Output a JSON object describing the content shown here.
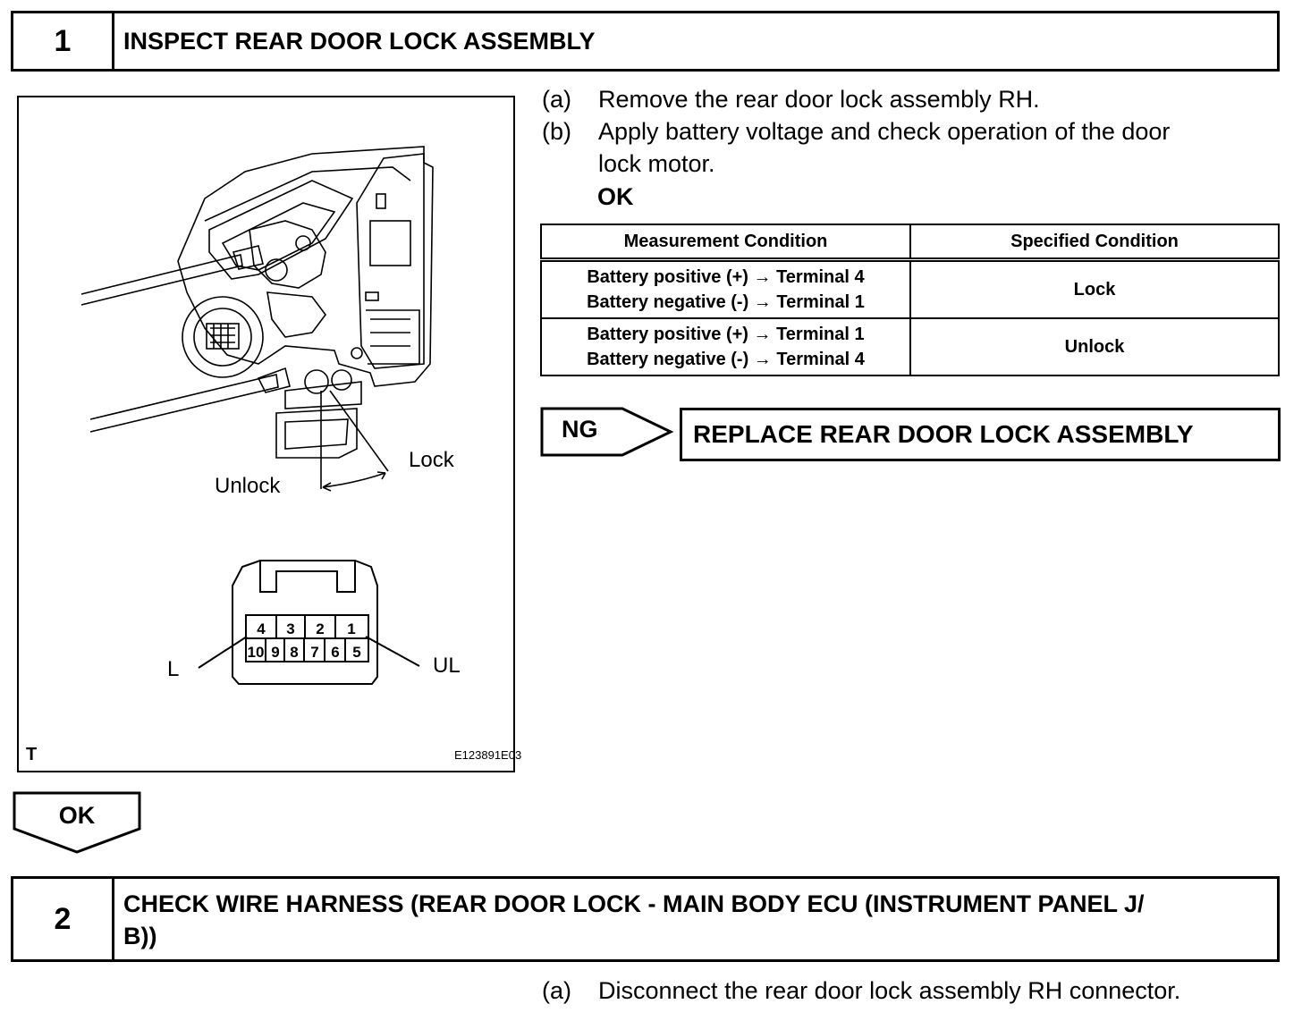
{
  "step1": {
    "number": "1",
    "title": "INSPECT REAR DOOR LOCK ASSEMBLY",
    "instructions": [
      {
        "label": "(a)",
        "lines": [
          "Remove the rear door lock assembly RH."
        ]
      },
      {
        "label": "(b)",
        "lines": [
          "Apply battery voltage and check operation of the door",
          "lock motor."
        ]
      }
    ],
    "ok_label": "OK"
  },
  "figure": {
    "labels": {
      "lock": "Lock",
      "unlock": "Unlock",
      "l": "L",
      "ul": "UL",
      "t_mark": "T",
      "figure_id": "E123891E03"
    },
    "connector_pins": {
      "top_row": [
        "4",
        "3",
        "2",
        "1"
      ],
      "bottom_row": [
        "10",
        "9",
        "8",
        "7",
        "6",
        "5"
      ]
    }
  },
  "spec_table": {
    "headers": [
      "Measurement Condition",
      "Specified Condition"
    ],
    "rows": [
      {
        "condition": [
          "Battery positive (+) → Terminal 4",
          "Battery negative (-) → Terminal 1"
        ],
        "result": "Lock"
      },
      {
        "condition": [
          "Battery positive (+) → Terminal 1",
          "Battery negative (-) → Terminal 4"
        ],
        "result": "Unlock"
      }
    ]
  },
  "ng_flow": {
    "label": "NG",
    "action": "REPLACE REAR DOOR LOCK ASSEMBLY"
  },
  "ok_flow": {
    "label": "OK"
  },
  "step2": {
    "number": "2",
    "title_lines": [
      "CHECK WIRE HARNESS (REAR DOOR LOCK - MAIN BODY ECU (INSTRUMENT PANEL J/",
      "B))"
    ],
    "instructions": [
      {
        "label": "(a)",
        "lines": [
          "Disconnect the rear door lock assembly RH connector."
        ]
      }
    ]
  }
}
